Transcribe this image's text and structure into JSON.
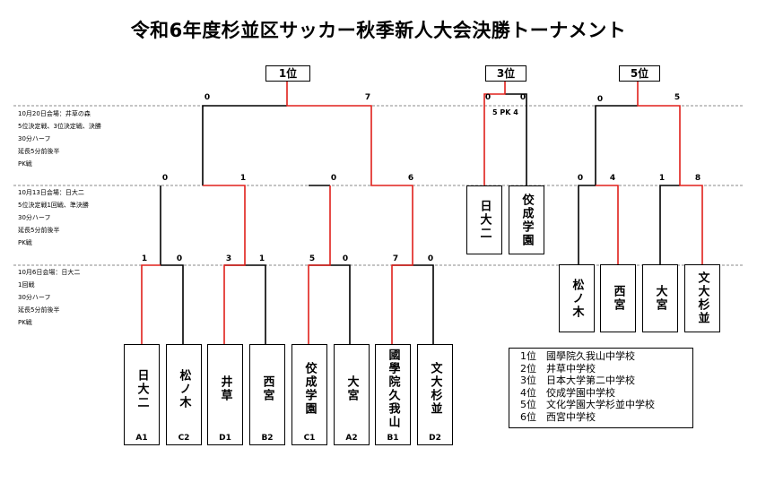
{
  "title": "令和6年度杉並区サッカー秋季新人大会決勝トーナメント",
  "ranks": {
    "first": "1位",
    "third": "3位",
    "fifth": "5位"
  },
  "rounds": [
    {
      "lines": [
        "10月20日会場：井草の森",
        "5位決定戦、3位決定戦、決勝",
        "30分ハーフ",
        "延長5分前後半",
        "PK戦"
      ]
    },
    {
      "lines": [
        "10月13日会場：日大二",
        "5位決定戦1回戦、準決勝",
        "30分ハーフ",
        "延長5分前後半",
        "PK戦"
      ]
    },
    {
      "lines": [
        "10月6日会場：日大二",
        "1回戦",
        "30分ハーフ",
        "延長5分前後半",
        "PK戦"
      ]
    }
  ],
  "teams_main": [
    {
      "name": "日大二",
      "seed": "A1"
    },
    {
      "name": "松ノ木",
      "seed": "C2"
    },
    {
      "name": "井草",
      "seed": "D1"
    },
    {
      "name": "西宮",
      "seed": "B2"
    },
    {
      "name": "佼成学園",
      "seed": "C1"
    },
    {
      "name": "大宮",
      "seed": "A2"
    },
    {
      "name": "國學院久我山",
      "seed": "B1"
    },
    {
      "name": "文大杉並",
      "seed": "D2"
    }
  ],
  "teams_third": [
    "日大二",
    "佼成学園"
  ],
  "teams_fifth": [
    "松ノ木",
    "西宮",
    "大宮",
    "文大杉並"
  ],
  "scores": {
    "r1": [
      "1",
      "0",
      "3",
      "1",
      "5",
      "0",
      "7",
      "0"
    ],
    "sf": [
      "0",
      "1",
      "0",
      "6"
    ],
    "final": [
      "0",
      "7"
    ],
    "third": [
      "0",
      "0"
    ],
    "pk": "5 PK 4",
    "fifth_r1": [
      "0",
      "4",
      "1",
      "8"
    ],
    "fifth_final": [
      "0",
      "5"
    ]
  },
  "results": [
    "1位　國學院久我山中学校",
    "2位　井草中学校",
    "3位　日本大学第二中学校",
    "4位　佼成学園中学校",
    "5位　文化学園大学杉並中学校",
    "6位　西宮中学校"
  ],
  "colors": {
    "winner": "#e0201b",
    "line": "#000000",
    "divider": "#888888"
  }
}
